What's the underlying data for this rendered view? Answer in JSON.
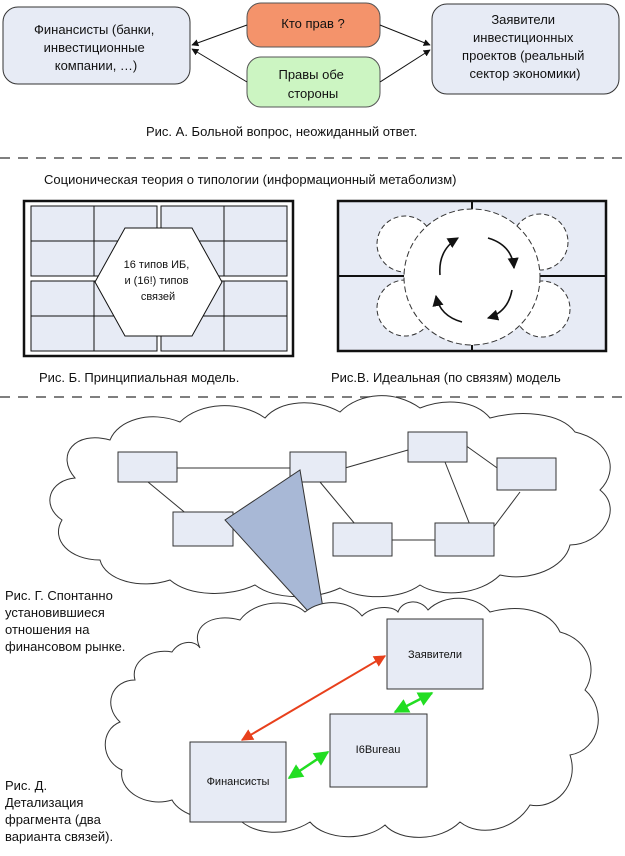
{
  "fig_a": {
    "left_box": [
      "Финансисты (банки,",
      "инвестиционные",
      "компании, …)"
    ],
    "question": "Кто прав ?",
    "answer": [
      "Правы обе",
      "стороны"
    ],
    "right_box": [
      "Заявители",
      "инвестиционных",
      "проектов (реальный",
      "сектор экономики)"
    ],
    "caption": "Рис. А. Больной вопрос, неожиданный ответ."
  },
  "section_title": "Соционическая теория о типологии (информационный метаболизм)",
  "fig_b": {
    "hex": [
      "16 типов ИБ,",
      "и (16!) типов",
      "связей"
    ],
    "caption": "Рис. Б. Принципиальная модель."
  },
  "fig_v": {
    "caption": "Рис.В. Идеальная (по связям) модель"
  },
  "fig_g": {
    "caption": [
      "Рис. Г. Спонтанно",
      "установившиеся",
      "отношения на",
      "финансовом рынке."
    ]
  },
  "fig_d": {
    "applicants": "Заявители",
    "bureau": "I6Bureau",
    "financiers": "Финансисты",
    "caption": [
      "Рис. Д.",
      "Детализация",
      "фрагмента (два",
      "варианта связей)."
    ]
  },
  "colors": {
    "orange_fill": "#f4936b",
    "green_fill": "#ccf5c2",
    "box_fill": "#e7ebf5",
    "arrow_blue": "#a8b8d6",
    "red_arrow": "#e8401c",
    "green_arrow": "#22dd22"
  }
}
